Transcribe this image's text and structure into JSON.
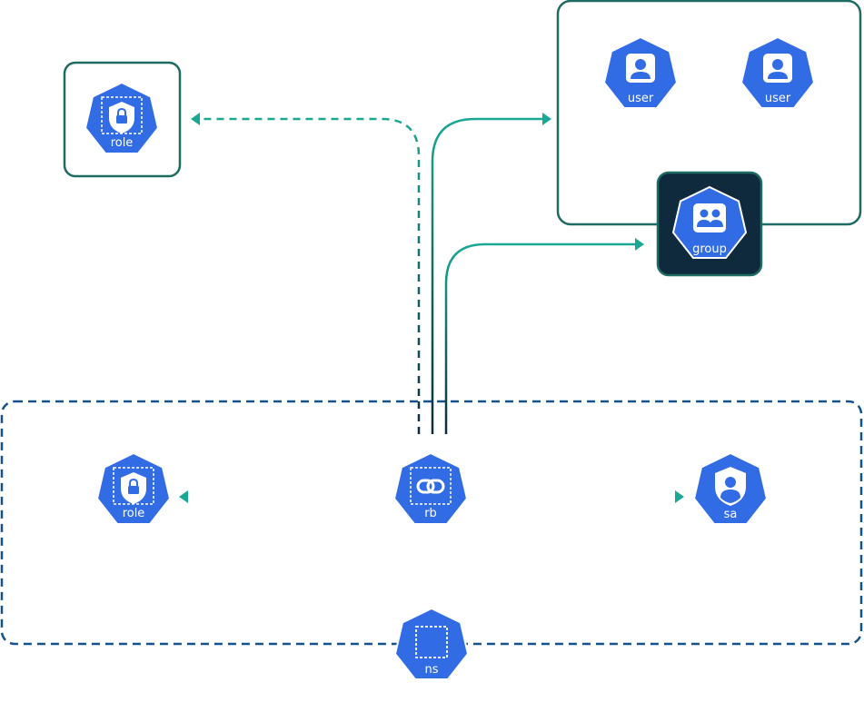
{
  "colors": {
    "k8s_blue": "#326ce5",
    "teal": "#1aa895",
    "navy": "#0b2a3f",
    "frame_green": "#1d6b62",
    "ns_dashed": "#13528a",
    "group_bg": "#0f2a3c"
  },
  "nodes": {
    "role_cluster": {
      "label": "role",
      "icon": "role-lock-icon"
    },
    "user_1": {
      "label": "user",
      "icon": "user-icon"
    },
    "user_2": {
      "label": "user",
      "icon": "user-icon"
    },
    "group": {
      "label": "group",
      "icon": "group-icon"
    },
    "role_ns": {
      "label": "role",
      "icon": "role-lock-icon"
    },
    "rb": {
      "label": "rb",
      "icon": "link-icon"
    },
    "sa": {
      "label": "sa",
      "icon": "service-account-icon"
    },
    "ns": {
      "label": "ns",
      "icon": "namespace-icon"
    }
  }
}
